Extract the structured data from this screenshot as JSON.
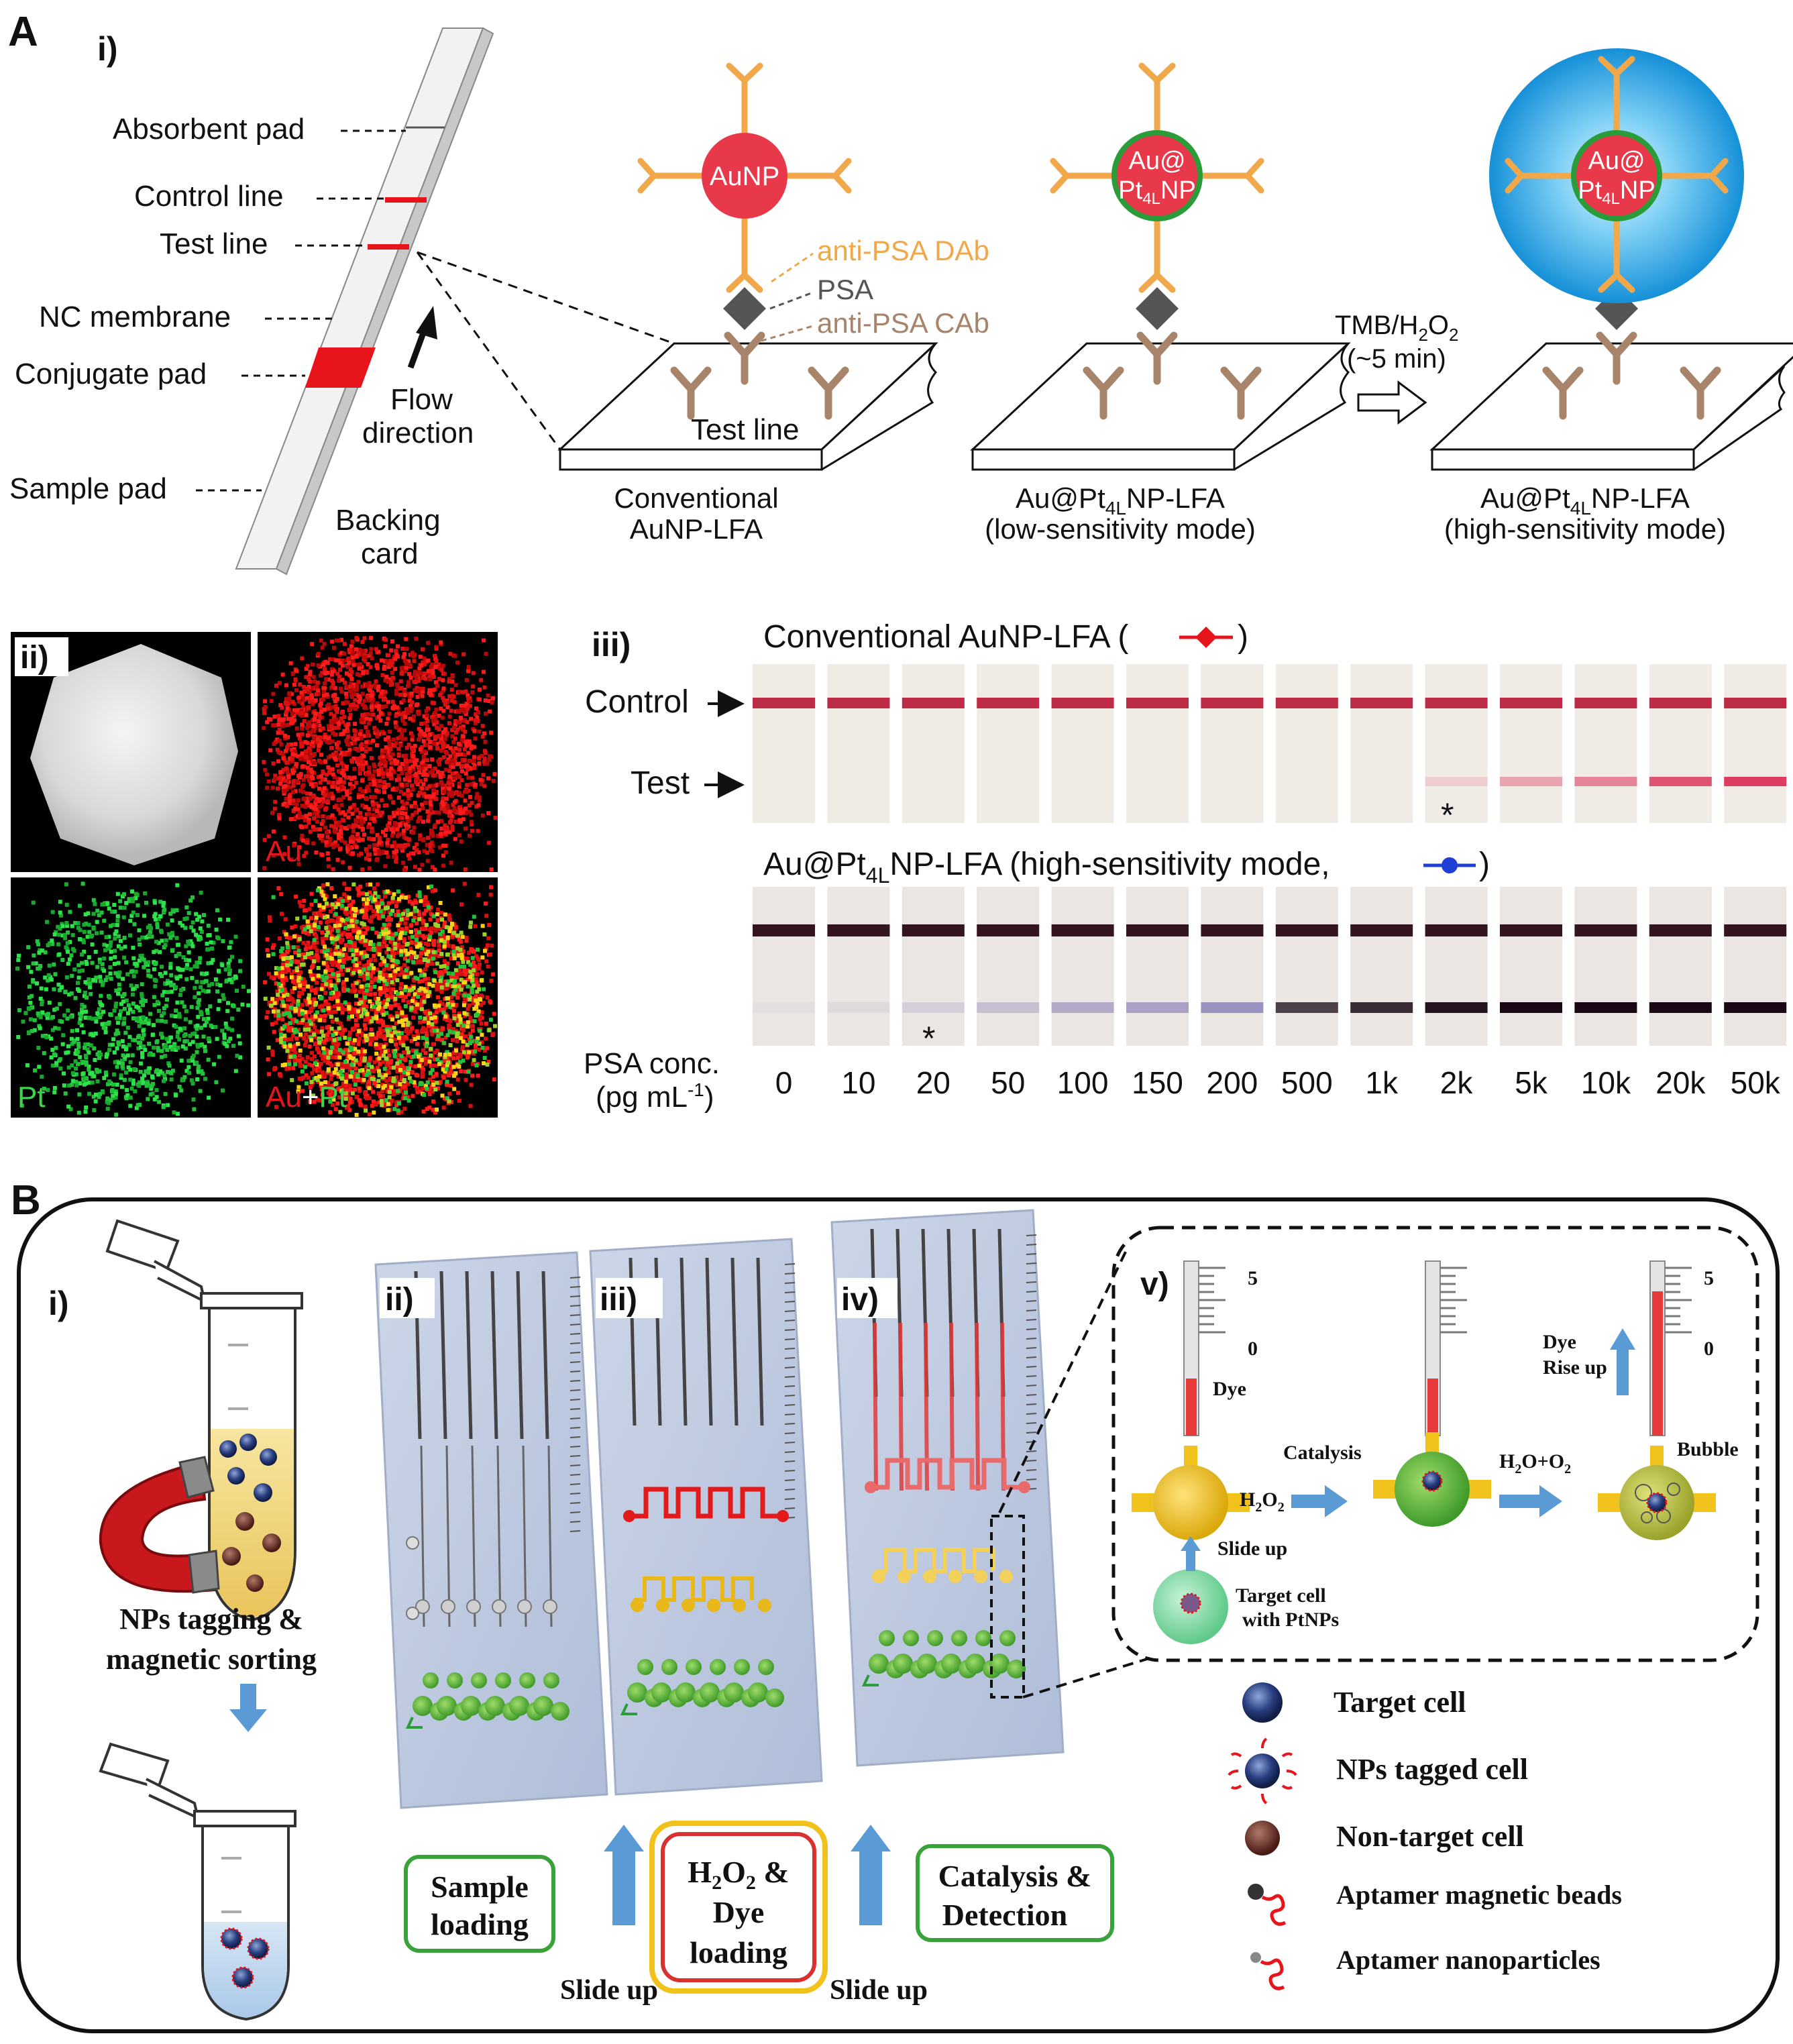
{
  "colors": {
    "strip_red": "#e8141b",
    "antibody_orange": "#f0a84a",
    "antibody_brown": "#a8846a",
    "psa_gray": "#555555",
    "aunp_red": "#e8394a",
    "pt_green": "#2a9d3a",
    "glow_blue": "#2aa6e6",
    "lfa_red_legend": "#e8141b",
    "lfa_blue_legend": "#1f3fd6",
    "panel_border": "#111111",
    "arrow_blue": "#5b9bd5",
    "green_box": "#3aa23a",
    "red_box": "#d93030",
    "yellow_box": "#f2c21c"
  },
  "panelA": {
    "label": "A",
    "i": {
      "label": "i)",
      "strip_labels": {
        "absorbent": "Absorbent pad",
        "control": "Control line",
        "test": "Test line",
        "nc": "NC membrane",
        "conjugate": "Conjugate pad",
        "sample": "Sample pad"
      },
      "flow_line1": "Flow",
      "flow_line2": "direction",
      "backing_line1": "Backing",
      "backing_line2": "card",
      "aunp_text": "AuNP",
      "aupt_line1": "Au@",
      "aupt_line2": "Pt",
      "aupt_sub": "4L",
      "aupt_line2_end": "NP",
      "label_dab": "anti-PSA DAb",
      "label_psa": "PSA",
      "label_cab": "anti-PSA CAb",
      "test_line_text": "Test line",
      "tmb_text": "TMB/H",
      "tmb_sub1": "2",
      "tmb_mid": "O",
      "tmb_sub2": "2",
      "time_text": "(~5 min)",
      "cap1_line1": "Conventional",
      "cap1_line2": "AuNP-LFA",
      "cap2_line1a": "Au@Pt",
      "cap2_sub": "4L",
      "cap2_line1b": "NP-LFA",
      "cap2_line2": "(low-sensitivity mode)",
      "cap3_line1a": "Au@Pt",
      "cap3_sub": "4L",
      "cap3_line1b": "NP-LFA",
      "cap3_line2": "(high-sensitivity mode)"
    },
    "ii": {
      "label": "ii)",
      "au": "Au",
      "pt": "Pt",
      "aupt_au": "Au",
      "aupt_plus": "+",
      "aupt_pt": "Pt"
    },
    "iii": {
      "label": "iii)",
      "title1": "Conventional AuNP-LFA (",
      "title1_end": ")",
      "title2a": "Au@Pt",
      "title2_sub": "4L",
      "title2b": "NP-LFA (high-sensitivity mode,",
      "title2_end": ")",
      "control_label": "Control",
      "test_label": "Test",
      "star": "*",
      "conc_label1": "PSA conc.",
      "conc_label2": "(pg mL",
      "conc_sup": "-1",
      "conc_label2_end": ")",
      "concentrations": [
        "0",
        "10",
        "20",
        "50",
        "100",
        "150",
        "200",
        "500",
        "1k",
        "2k",
        "5k",
        "10k",
        "20k",
        "50k"
      ],
      "conv_test_intensity": [
        0,
        0,
        0,
        0,
        0,
        0,
        0,
        0,
        0,
        0.15,
        0.35,
        0.5,
        0.75,
        0.85
      ],
      "hs_test_intensity": [
        0.05,
        0.08,
        0.14,
        0.25,
        0.38,
        0.45,
        0.55,
        0.75,
        0.85,
        0.95,
        1,
        1,
        1,
        1
      ]
    }
  },
  "panelB": {
    "label": "B",
    "i_label": "i)",
    "ii_label": "ii)",
    "iii_label": "iii)",
    "iv_label": "iv)",
    "v_label": "v)",
    "sorting_line1": "NPs tagging &",
    "sorting_line2": "magnetic sorting",
    "box1_line1": "Sample",
    "box1_line2": "loading",
    "box2_line1a": "H",
    "box2_sub1": "2",
    "box2_line1b": "O",
    "box2_sub2": "2",
    "box2_line1c": " &",
    "box2_line2": "Dye",
    "box2_line3": "loading",
    "box3_line1": "Catalysis &",
    "box3_line2": "Detection",
    "slide_up": "Slide up",
    "v": {
      "scale_5": "5",
      "scale_0": "0",
      "dye": "Dye",
      "catalysis": "Catalysis",
      "h2o2_a": "H",
      "h2o2_s1": "2",
      "h2o2_b": "O",
      "h2o2_s2": "2",
      "h2o_o2": "H",
      "h2o_o2_sub1": "2",
      "h2o_o2_mid": "O+O",
      "h2o_o2_sub2": "2",
      "dye_rise1": "Dye",
      "dye_rise2": "Rise up",
      "bubble": "Bubble",
      "slide_up": "Slide up",
      "target1": "Target cell",
      "target2": "with PtNPs"
    },
    "legend": [
      "Target cell",
      "NPs tagged cell",
      "Non-target cell",
      "Aptamer magnetic beads",
      "Aptamer nanoparticles"
    ]
  }
}
